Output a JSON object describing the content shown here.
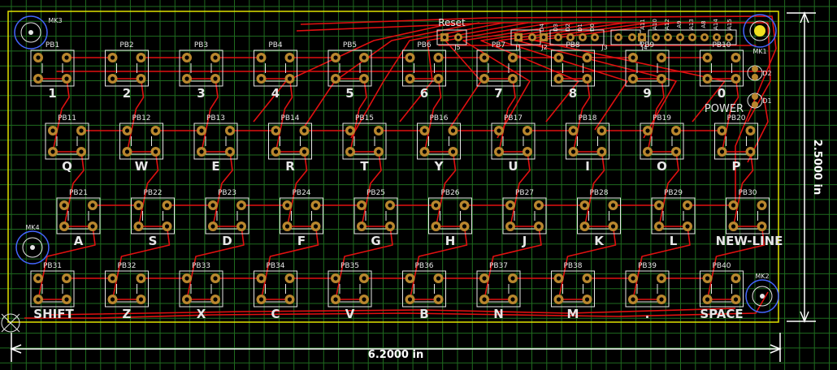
{
  "board": {
    "width_dim": "6.2000 in",
    "height_dim": "2.5000 in",
    "colors": {
      "background": "#000000",
      "grid": "#1f6b1f",
      "outline": "#e0e000",
      "trace": "#e01010",
      "pad": "#b8862e",
      "hole": "#000000",
      "silk": "#e6e6e6",
      "dimension": "#ffffff",
      "highlight_pad": "#f0e020"
    },
    "connector_labels": {
      "reset": "Reset",
      "j5": "J5",
      "j1": "J1",
      "j2": "J2",
      "j3": "J3",
      "j4": "J4",
      "power": "POWER",
      "d4": "D4",
      "d3": "D3",
      "d2": "D2",
      "d1": "D1",
      "d0": "D0",
      "a11": "A11",
      "a10": "A10",
      "a12": "A12",
      "a9": "A9",
      "a13": "A13",
      "a8": "A8",
      "a14": "A14",
      "a15": "A15"
    },
    "mounting_holes": [
      "MK1",
      "MK2",
      "MK3",
      "MK4"
    ],
    "diodes": [
      "D2",
      "D1"
    ],
    "rows": [
      {
        "ref_prefix": "PB",
        "refs": [
          "PB1",
          "PB2",
          "PB3",
          "PB4",
          "PB5",
          "PB6",
          "PB7",
          "PB8",
          "PB9",
          "PB10"
        ],
        "keys": [
          "1",
          "2",
          "3",
          "4",
          "5",
          "6",
          "7",
          "8",
          "9",
          "0"
        ]
      },
      {
        "refs": [
          "PB11",
          "PB12",
          "PB13",
          "PB14",
          "PB15",
          "PB16",
          "PB17",
          "PB18",
          "PB19",
          "PB20"
        ],
        "keys": [
          "Q",
          "W",
          "E",
          "R",
          "T",
          "Y",
          "U",
          "I",
          "O",
          "P"
        ]
      },
      {
        "refs": [
          "PB21",
          "PB22",
          "PB23",
          "PB24",
          "PB25",
          "PB26",
          "PB27",
          "PB28",
          "PB29",
          "PB30"
        ],
        "keys": [
          "A",
          "S",
          "D",
          "F",
          "G",
          "H",
          "J",
          "K",
          "L",
          "NEW-LINE"
        ]
      },
      {
        "refs": [
          "PB31",
          "PB32",
          "PB33",
          "PB34",
          "PB35",
          "PB36",
          "PB37",
          "PB38",
          "PB39",
          "PB40"
        ],
        "keys": [
          "SHIFT",
          "Z",
          "X",
          "C",
          "V",
          "B",
          "N",
          "M",
          ".",
          "SPACE"
        ]
      }
    ]
  }
}
